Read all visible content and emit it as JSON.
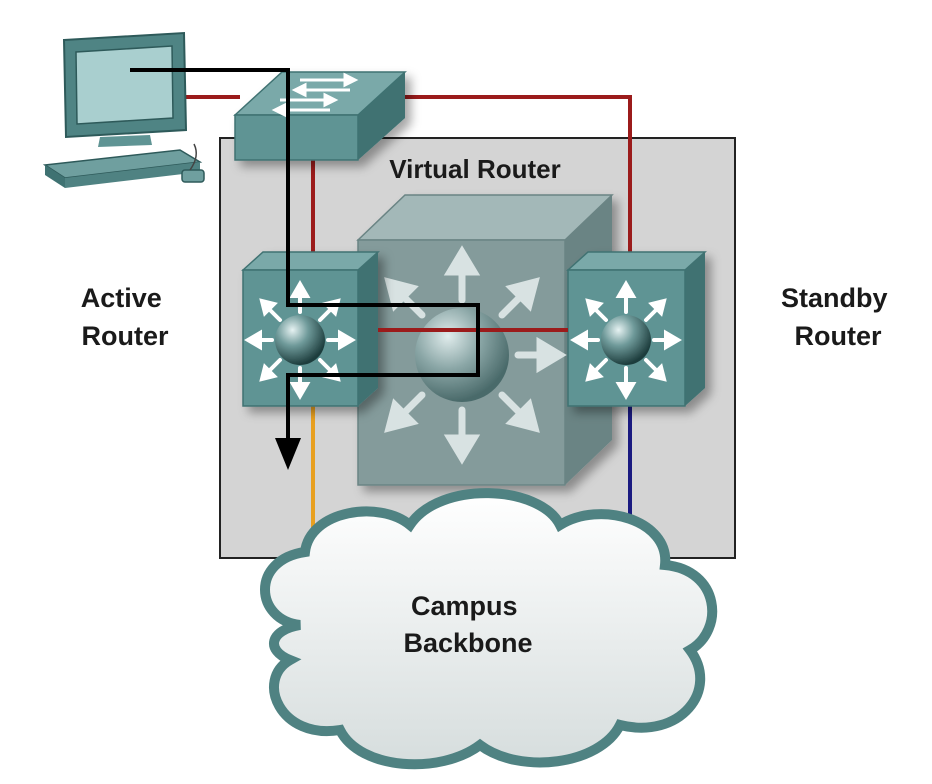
{
  "labels": {
    "virtual_router": "Virtual Router",
    "active_router": [
      "Active",
      "Router"
    ],
    "standby_router": [
      "Standby",
      "Router"
    ],
    "cloud": [
      "Campus",
      "Backbone"
    ]
  },
  "colors": {
    "device_teal": "#5f9494",
    "device_teal_dark": "#3f7272",
    "virtual_router_gray": "#849b9b",
    "box_fill": "#d4d4d4",
    "link_red": "#9b1b1b",
    "link_orange": "#e8a020",
    "link_blue": "#1a1a80",
    "traffic_path": "#000000",
    "cloud_edge": "#4f8282"
  },
  "icons": {
    "workstation": "computer-icon",
    "switch": "switch-icon",
    "router": "multilayer-switch-icon",
    "cloud": "cloud-icon"
  }
}
